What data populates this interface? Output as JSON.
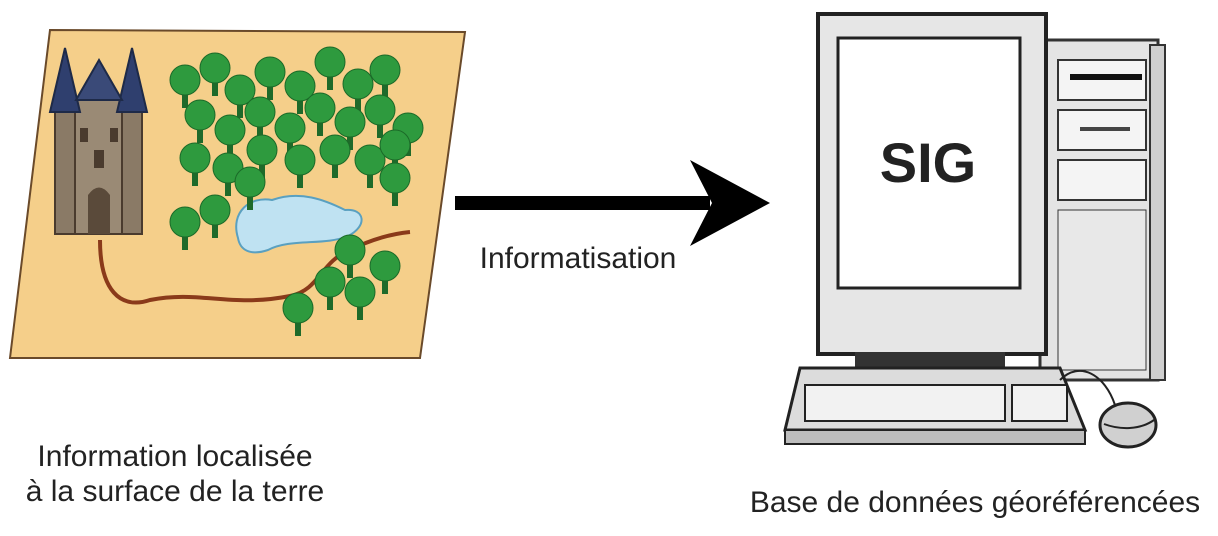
{
  "left_caption": {
    "line1": "Information localisée",
    "line2": "à la surface de la terre"
  },
  "arrow_caption": "Informatisation",
  "computer_screen_text": "SIG",
  "right_caption": "Base de données géoréférencées",
  "icons": {
    "map": "terrain-map-icon",
    "castle": "castle-icon",
    "forest": "tree-icon",
    "lake": "lake-icon",
    "path": "path-icon",
    "arrow": "right-arrow-icon",
    "computer": "computer-icon",
    "keyboard": "keyboard-icon",
    "mouse": "mouse-icon"
  },
  "colors": {
    "terrain": "#f5cf8a",
    "tree": "#2e9a3e",
    "lake": "#bfe2f2",
    "path": "#8a3a1a",
    "computer": "#e4e4e4"
  }
}
